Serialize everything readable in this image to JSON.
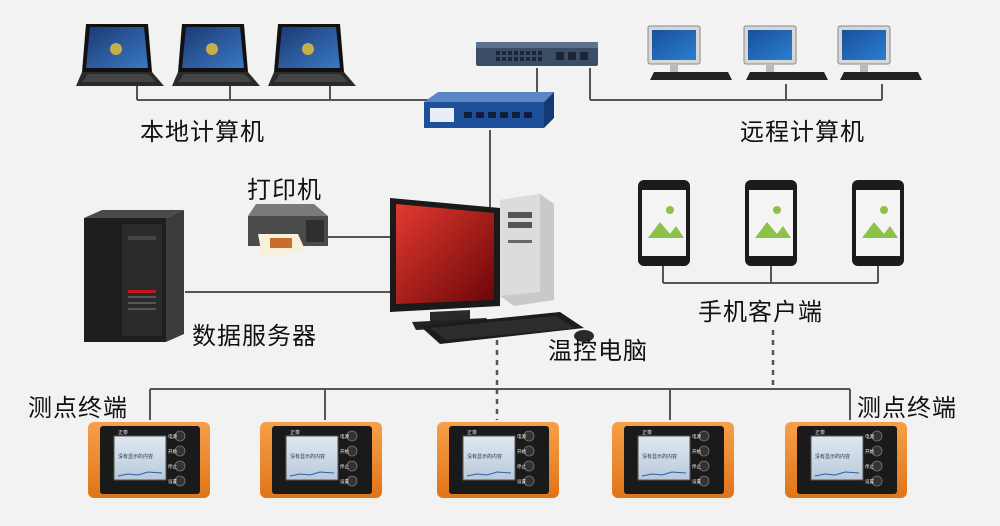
{
  "labels": {
    "local_computers": "本地计算机",
    "remote_computers": "远程计算机",
    "printer": "打印机",
    "data_server": "数据服务器",
    "control_pc": "温控电脑",
    "mobile_clients": "手机客户端",
    "terminals_left": "测点终端",
    "terminals_right": "测点终端"
  },
  "terminal": {
    "brand": "正泰",
    "screen_text": "没有显示的内容",
    "buttons": [
      "电源",
      "开始",
      "停止",
      "设置"
    ]
  },
  "colors": {
    "background": "#f2f2f2",
    "line": "#555555",
    "terminal_orange": "#f08a2b",
    "screen_red": "#c0121a",
    "app_icon_green": "#8cc24a"
  },
  "icons": {
    "laptop": "laptop-icon",
    "desktop_monitor": "desktop-monitor-icon",
    "switch": "network-switch-icon",
    "firewall": "firewall-icon",
    "printer": "printer-icon",
    "server": "server-tower-icon",
    "pc": "desktop-pc-icon",
    "tablet": "tablet-icon",
    "terminal": "measurement-terminal-icon"
  }
}
